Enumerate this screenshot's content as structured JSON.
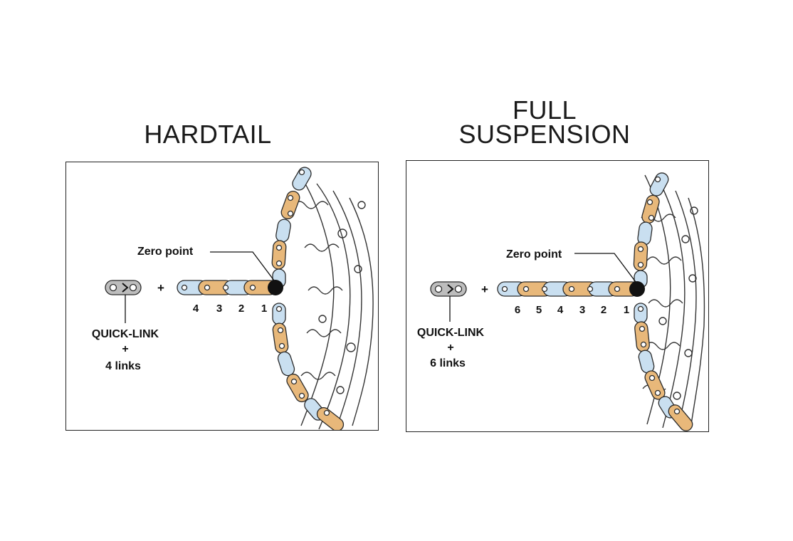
{
  "hardtail": {
    "title": "HARDTAIL",
    "zero_label": "Zero point",
    "plus": "+",
    "numbers": [
      "4",
      "3",
      "2",
      "1"
    ],
    "quick_link": "QUICK-LINK",
    "qplus": "+",
    "links": "4 links"
  },
  "full": {
    "title_line1": "FULL",
    "title_line2": "SUSPENSION",
    "zero_label": "Zero point",
    "plus": "+",
    "numbers": [
      "6",
      "5",
      "4",
      "3",
      "2",
      "1"
    ],
    "quick_link": "QUICK-LINK",
    "qplus": "+",
    "links": "6 links"
  },
  "colors": {
    "gold": "#e8b87a",
    "blue": "#c9dff0",
    "outline": "#2a2a2a"
  }
}
